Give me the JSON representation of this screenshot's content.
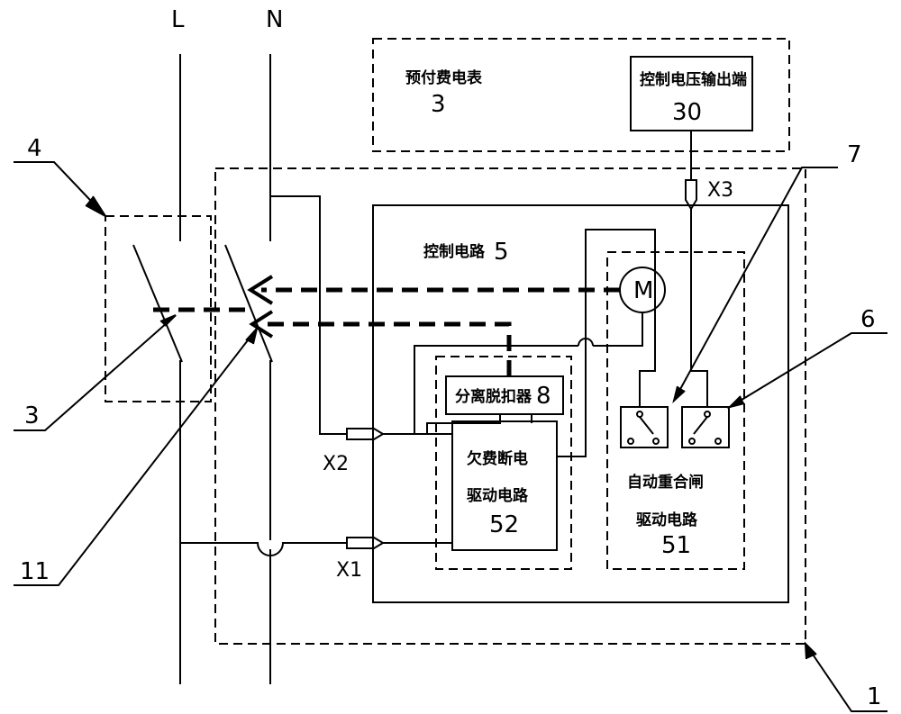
{
  "lines": {
    "L": "L",
    "N": "N"
  },
  "callouts": {
    "c4": "4",
    "c3": "3",
    "c11": "11",
    "c7": "7",
    "c6": "6",
    "c1": "1"
  },
  "meter": {
    "name": "预付费电表",
    "number": "3"
  },
  "output": {
    "name": "控制电压输出端",
    "number": "30"
  },
  "control": {
    "name": "控制电路",
    "number": "5"
  },
  "trip": {
    "name": "分离脱扣器",
    "number": "8"
  },
  "arrears": {
    "line1": "欠费断电",
    "line2": "驱动电路",
    "number": "52"
  },
  "reclose": {
    "line1": "自动重合闸",
    "line2": "驱动电路",
    "number": "51"
  },
  "terminals": {
    "x1": "X1",
    "x2": "X2",
    "x3": "X3"
  },
  "motor": "M"
}
